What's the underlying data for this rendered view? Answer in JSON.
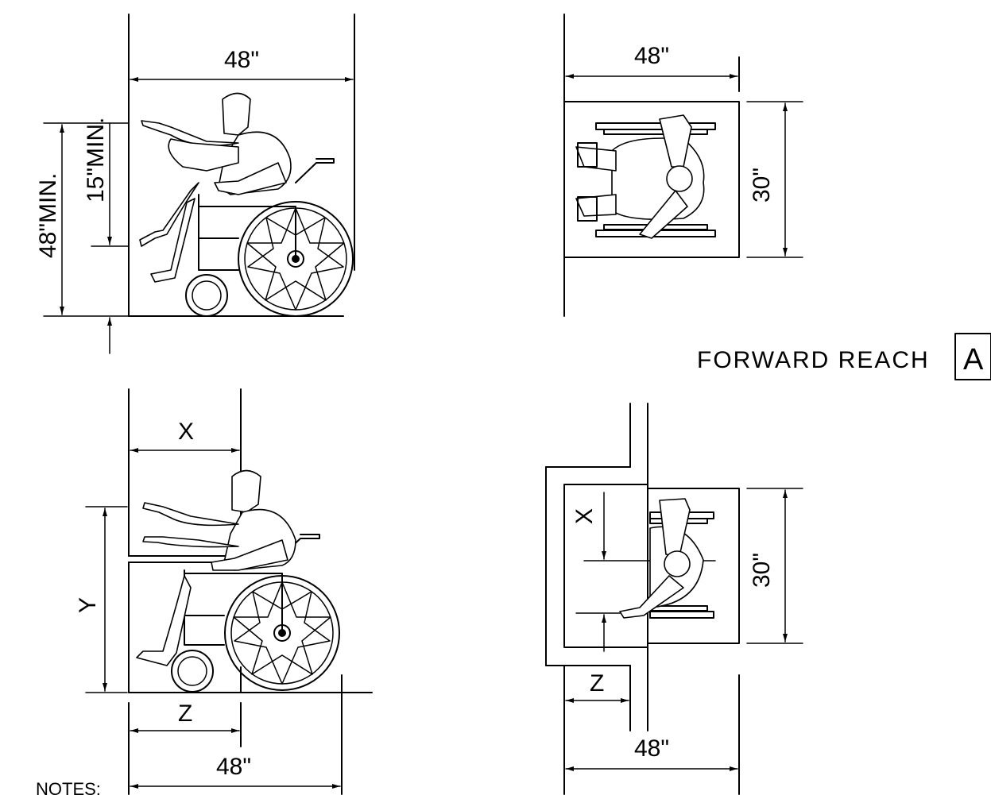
{
  "drawing": {
    "title": "FORWARD REACH",
    "detail_tag": "A",
    "notes_label": "NOTES:"
  },
  "unobstructed_side_view": {
    "width_label": "48\"",
    "high_reach_label": "48\"MIN.",
    "low_reach_label": "15\"MIN."
  },
  "unobstructed_plan_view": {
    "width_label": "48\"",
    "depth_label": "30\""
  },
  "obstructed_side_view": {
    "reach_depth_label": "X",
    "reach_height_label": "Y",
    "knee_space_label": "Z",
    "width_label": "48\""
  },
  "obstructed_plan_view": {
    "reach_depth_label": "X",
    "knee_space_label": "Z",
    "width_label": "48\"",
    "depth_label": "30\""
  }
}
